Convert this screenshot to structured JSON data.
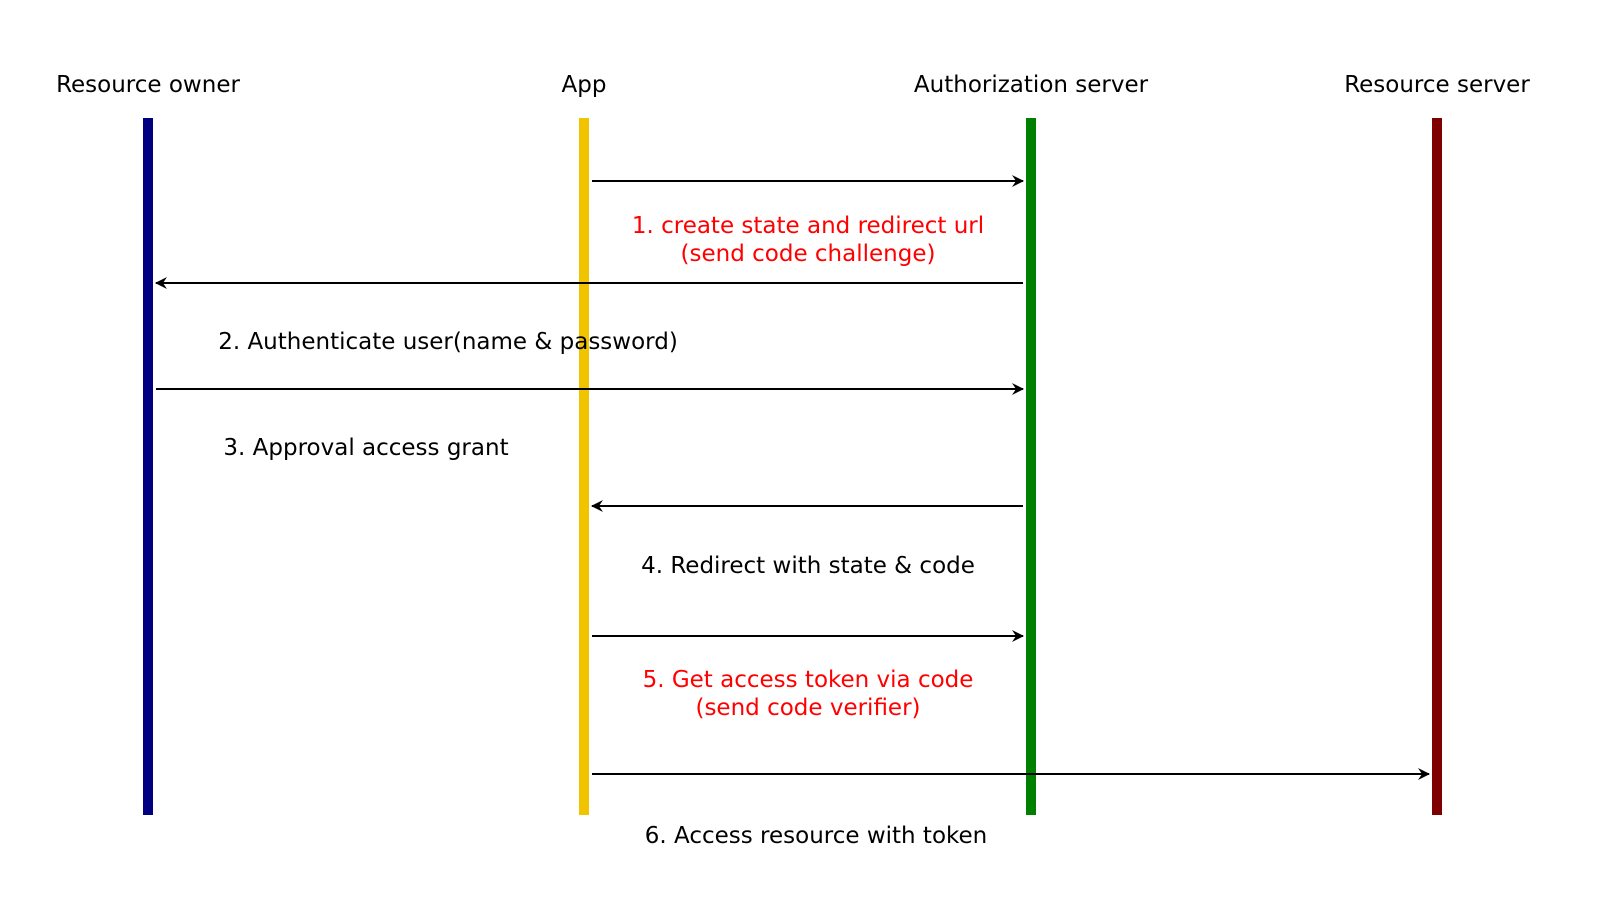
{
  "diagram": {
    "actors": [
      {
        "id": "owner",
        "label": "Resource owner",
        "color": "#000080"
      },
      {
        "id": "app",
        "label": "App",
        "color": "#F2C400"
      },
      {
        "id": "auth",
        "label": "Authorization server",
        "color": "#008000"
      },
      {
        "id": "resource",
        "label": "Resource server",
        "color": "#7F0000"
      }
    ],
    "messages": [
      {
        "from": "app",
        "to": "auth",
        "lines": [
          "1. create state and redirect url",
          "(send code challenge)"
        ],
        "color": "#FF0000"
      },
      {
        "from": "auth",
        "to": "owner",
        "lines": [
          "2. Authenticate user(name & password)"
        ],
        "color": "#000000"
      },
      {
        "from": "owner",
        "to": "auth",
        "lines": [
          "3. Approval access grant"
        ],
        "color": "#000000"
      },
      {
        "from": "auth",
        "to": "app",
        "lines": [
          "4. Redirect with state & code"
        ],
        "color": "#000000"
      },
      {
        "from": "app",
        "to": "auth",
        "lines": [
          "5. Get access token via code",
          "(send code verifier)"
        ],
        "color": "#FF0000"
      },
      {
        "from": "app",
        "to": "resource",
        "lines": [
          "6. Access resource with token"
        ],
        "color": "#000000"
      }
    ]
  }
}
